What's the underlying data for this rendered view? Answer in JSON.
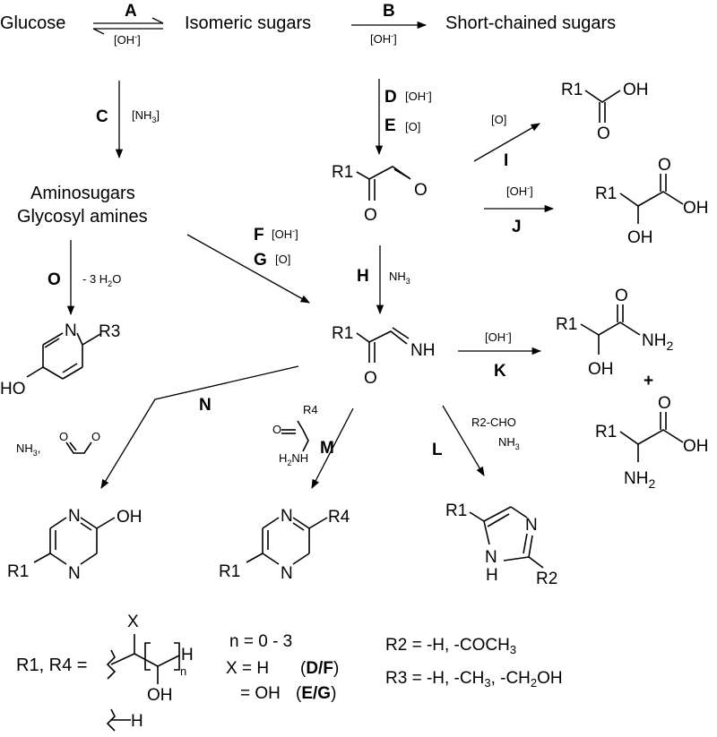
{
  "species": {
    "glucose": "Glucose",
    "isomeric": "Isomeric sugars",
    "short": "Short-chained sugars",
    "amino1": "Aminosugars",
    "amino2": "Glycosyl amines"
  },
  "steps": {
    "A": "A",
    "B": "B",
    "C": "C",
    "D": "D",
    "E": "E",
    "F": "F",
    "G": "G",
    "H": "H",
    "I": "I",
    "J": "J",
    "K": "K",
    "L": "L",
    "M": "M",
    "N": "N",
    "O": "O"
  },
  "conditions": {
    "oh": "[OH",
    "minus": "-",
    "close": "]",
    "nh3_br": "[NH",
    "three": "3",
    "o": "[O]",
    "nh3": "NH",
    "water_pre": "- 3 H",
    "two": "2",
    "water_o": "O",
    "aldehyde": "R2-CHO",
    "nh3_comma": "NH",
    "comma": ","
  },
  "atoms": {
    "R1": "R1",
    "R2": "R2",
    "R3": "R3",
    "R4": "R4",
    "O": "O",
    "H": "H",
    "N": "N",
    "NH": "NH",
    "OH": "OH",
    "HO": "HO",
    "NH2": "NH",
    "H2N": "H",
    "X": "X",
    "n": "n",
    "plus": "+"
  },
  "legend": {
    "r1r4": "R1, R4 =",
    "n_range": "n = 0 - 3",
    "x_h": "X = H",
    "df": "D/F",
    "x_oh": "= OH",
    "eg": "E/G",
    "r2": "R2 = -H, -COCH",
    "r2_sub": "3",
    "r3_a": "R3 = -H, -CH",
    "r3_sub1": "3",
    "r3_b": ", -CH",
    "r3_sub2": "2",
    "r3_c": "OH",
    "h_alt": "H"
  }
}
